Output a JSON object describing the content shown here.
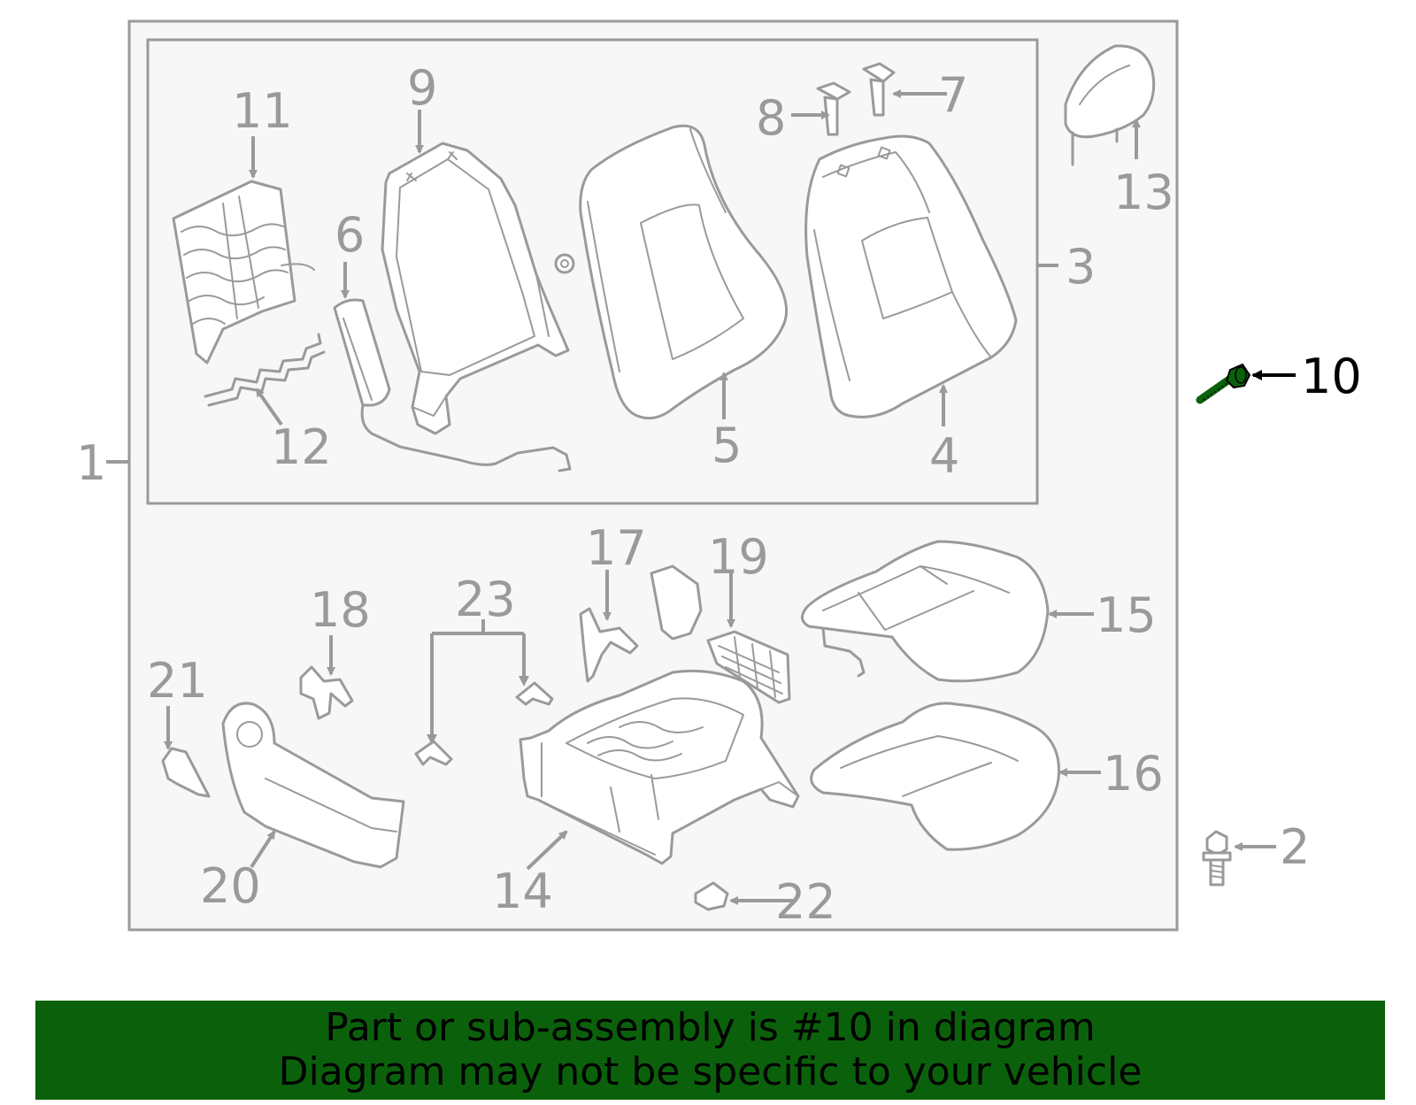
{
  "callouts": {
    "c1": "1",
    "c2": "2",
    "c3": "3",
    "c4": "4",
    "c5": "5",
    "c6": "6",
    "c7": "7",
    "c8": "8",
    "c9": "9",
    "c10": "10",
    "c11": "11",
    "c12": "12",
    "c13": "13",
    "c14": "14",
    "c15": "15",
    "c16": "16",
    "c17": "17",
    "c18": "18",
    "c19": "19",
    "c20": "20",
    "c21": "21",
    "c22": "22",
    "c23": "23"
  },
  "highlighted_part": "10",
  "colors": {
    "line": "#9a9a9a",
    "panel": "#f7f7f7",
    "highlight": "#0b610b",
    "banner": "#0b610b"
  },
  "banner": {
    "line1": "Part or sub-assembly is #10 in diagram",
    "line2": "Diagram may not be specific to your vehicle"
  }
}
